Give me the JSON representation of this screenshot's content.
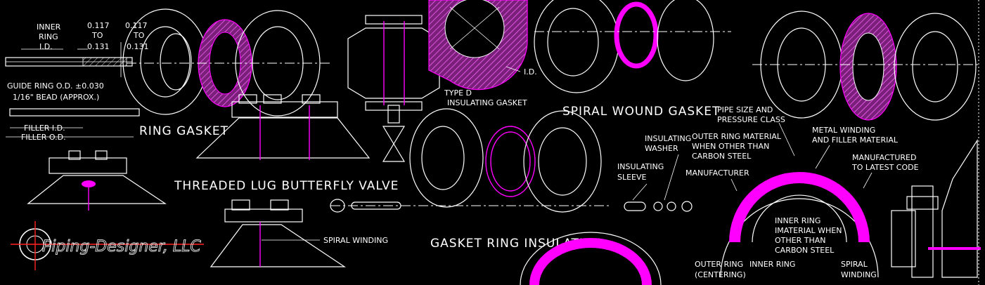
{
  "labels": {
    "inner_ring_id_1": "INNER",
    "inner_ring_id_2": "RING",
    "inner_ring_id_3": "I.D.",
    "dim_a_1": "0.117",
    "dim_a_2": "TO",
    "dim_a_3": "0.131",
    "dim_b_1": "0.117",
    "dim_b_2": "TO",
    "dim_b_3": "0.131",
    "guide_ring": "GUIDE RING O.D. ±0.030",
    "bead": "1/16\" BEAD (APPROX.)",
    "filler_id": "FILLER I.D.",
    "filler_od": "FILLER O.D.",
    "ring_gasket": "RING GASKET",
    "threaded_lug": "THREADED LUG BUTTERFLY VALVE",
    "id_label": "I.D.",
    "type_d_1": "TYPE D",
    "type_d_2": "INSULATING GASKET",
    "spiral_wound": "SPIRAL WOUND GASKET",
    "pipe_size_1": "PIPE SIZE AND",
    "pipe_size_2": "PRESSURE CLASS",
    "insulating_washer_1": "INSULATING",
    "insulating_washer_2": "WASHER",
    "outer_ring_mat_1": "OUTER RING MATERIAL",
    "outer_ring_mat_2": "WHEN OTHER THAN",
    "outer_ring_mat_3": "CARBON STEEL",
    "metal_winding_1": "METAL WINDING",
    "metal_winding_2": "AND FILLER MATERIAL",
    "manufactured_1": "MANUFACTURED",
    "manufactured_2": "TO LATEST CODE",
    "insulating_sleeve_1": "INSULATING",
    "insulating_sleeve_2": "SLEEVE",
    "manufacturer": "MANUFACTURER",
    "inner_ring_mat_1": "INNER RING",
    "inner_ring_mat_2": "IMATERIAL WHEN",
    "inner_ring_mat_3": "OTHER THAN",
    "inner_ring_mat_4": "CARBON STEEL",
    "spiral_winding": "SPIRAL WINDING",
    "gasket_ring_insulating": "GASKET RING INSULATING",
    "outer_ring_1": "OUTER RING",
    "outer_ring_2": "(CENTERING)",
    "inner_ring": "INNER RING",
    "spiral_1": "SPIRAL",
    "spiral_2": "WINDING"
  },
  "logo": {
    "text": "Piping-Designer, LLC"
  },
  "colors": {
    "accent": "#ff00ff",
    "line": "#ffffff",
    "background": "#000000"
  }
}
